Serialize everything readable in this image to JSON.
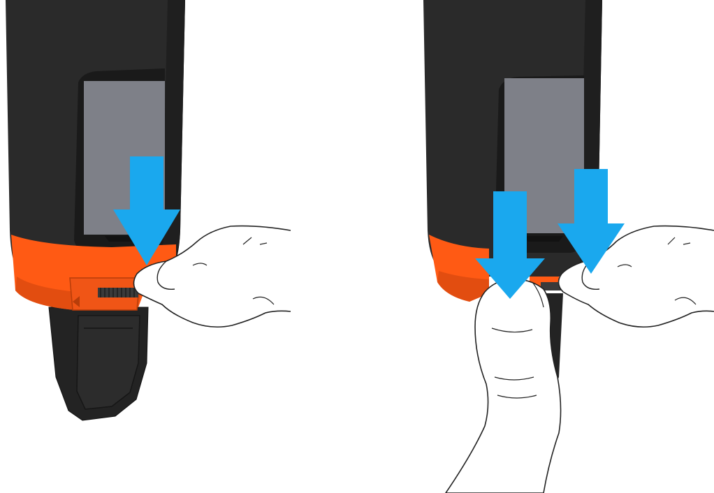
{
  "colors": {
    "device_body": "#2b2b2b",
    "device_body_dark": "#1f1f1f",
    "screen_bezel": "#1b1b1b",
    "screen": "#7e8088",
    "collar": "#ff5a14",
    "collar_dark": "#d8480c",
    "arrow": "#1aa8ee",
    "hand_fill": "#ffffff",
    "hand_stroke": "#222222",
    "background": "#ffffff"
  },
  "panels": [
    {
      "id": "step-single-thumb",
      "arrow_count": 1
    },
    {
      "id": "step-two-thumbs",
      "arrow_count": 2
    }
  ]
}
